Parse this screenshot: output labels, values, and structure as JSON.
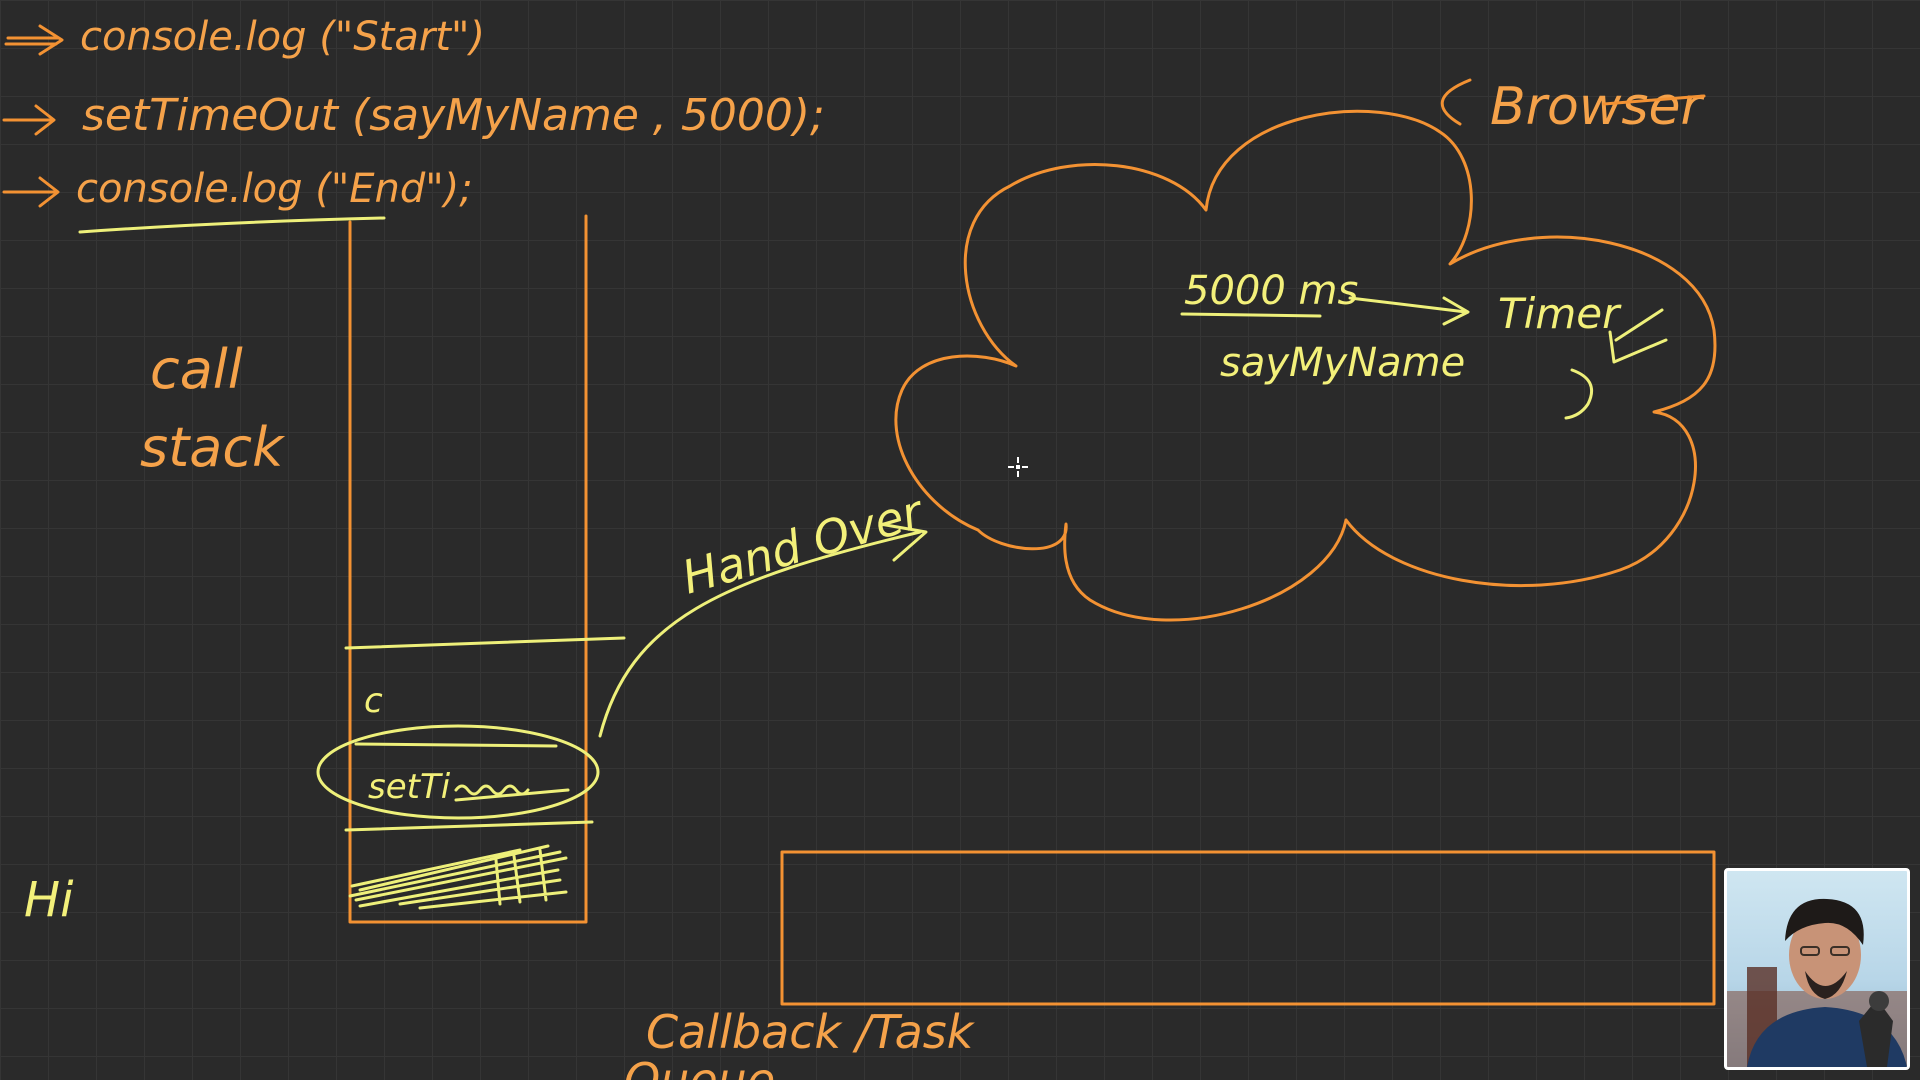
{
  "code": {
    "line1": "console.log (\"Start\")",
    "line2": "setTimeOut (sayMyName , 5000);",
    "line3": "console.log (\"End\");"
  },
  "labels": {
    "call_stack_1": "call",
    "call_stack_2": "stack",
    "browser": "Browser",
    "ms": "5000 ms",
    "timer": "Timer",
    "say_my_name": "sayMyName",
    "hand_over": "Hand Over",
    "stack_frame_c": "c",
    "stack_frame_settimeout": "setTi",
    "output_hi": "Hi",
    "callback_queue": "Callback /Task",
    "queue": "Queue"
  },
  "colors": {
    "background": "#2a2a2a",
    "grid": "#353535",
    "orange": "#f39233",
    "yellow": "#eef07a"
  },
  "icons": {
    "cursor": "crosshair-move-icon",
    "webcam": "presenter-webcam"
  }
}
